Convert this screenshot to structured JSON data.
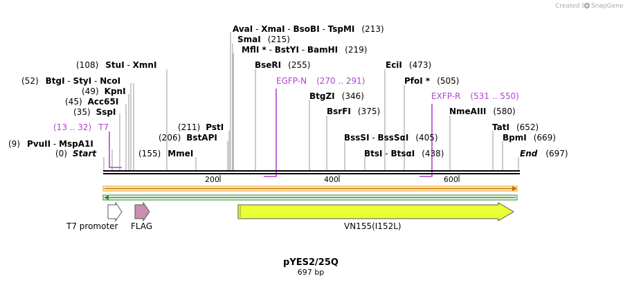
{
  "brand": {
    "created_by": "Created by",
    "app": "SnapGene"
  },
  "plasmid": {
    "name": "pYES2/25Q",
    "length": "697 bp"
  },
  "sites": [
    {
      "name": "AvaI",
      "pos": ""
    },
    {
      "name": "XmaI",
      "pos": ""
    },
    {
      "name": "BsoBI",
      "pos": ""
    },
    {
      "name": "TspMI",
      "pos": "(213)"
    },
    {
      "name": "SmaI",
      "pos": "(215)"
    },
    {
      "name": "MflI *",
      "pos": ""
    },
    {
      "name": "BstYI",
      "pos": ""
    },
    {
      "name": "BamHI",
      "pos": "(219)"
    },
    {
      "name": "BseRI",
      "pos": "(255)"
    },
    {
      "name": "EciI",
      "pos": "(473)"
    },
    {
      "name": "StuI",
      "pos": "(108)"
    },
    {
      "name": "XmnI",
      "pos": ""
    },
    {
      "name": "BtgI",
      "pos": "(52)"
    },
    {
      "name": "StyI",
      "pos": ""
    },
    {
      "name": "NcoI",
      "pos": ""
    },
    {
      "name": "PfoI *",
      "pos": "(505)"
    },
    {
      "name": "KpnI",
      "pos": "(49)"
    },
    {
      "name": "BtgZI",
      "pos": "(346)"
    },
    {
      "name": "Acc65I",
      "pos": "(45)"
    },
    {
      "name": "SspI",
      "pos": "(35)"
    },
    {
      "name": "BsrFI",
      "pos": "(375)"
    },
    {
      "name": "NmeAIII",
      "pos": "(580)"
    },
    {
      "name": "PstI",
      "pos": "(211)"
    },
    {
      "name": "TatI",
      "pos": "(652)"
    },
    {
      "name": "BstAPI",
      "pos": "(206)"
    },
    {
      "name": "BssSI",
      "pos": ""
    },
    {
      "name": "BssSαI",
      "pos": "(405)"
    },
    {
      "name": "BpmI",
      "pos": "(669)"
    },
    {
      "name": "PvuII",
      "pos": "(9)"
    },
    {
      "name": "MspA1I",
      "pos": ""
    },
    {
      "name": "Start",
      "pos": "(0)"
    },
    {
      "name": "MmeI",
      "pos": "(155)"
    },
    {
      "name": "BtsI",
      "pos": ""
    },
    {
      "name": "BtsαI",
      "pos": "(438)"
    },
    {
      "name": "End",
      "pos": "(697)"
    }
  ],
  "primers": [
    {
      "name": "T7",
      "range": "(13 .. 32)"
    },
    {
      "name": "EGFP-N",
      "range": "(270 .. 291)"
    },
    {
      "name": "EXFP-R",
      "range": "(531 .. 550)"
    }
  ],
  "ruler": {
    "ticks": [
      "200",
      "400",
      "600"
    ]
  },
  "features": [
    {
      "name": "T7 promoter",
      "color": "#ffffff"
    },
    {
      "name": "FLAG",
      "color": "#c98fb0"
    },
    {
      "name": "VN155(I152L)",
      "color": "#eaff33"
    }
  ],
  "colors": {
    "primer": "#b043d1",
    "orf_forward": "#f2a21c",
    "orf_reverse": "#2e8b2e"
  }
}
